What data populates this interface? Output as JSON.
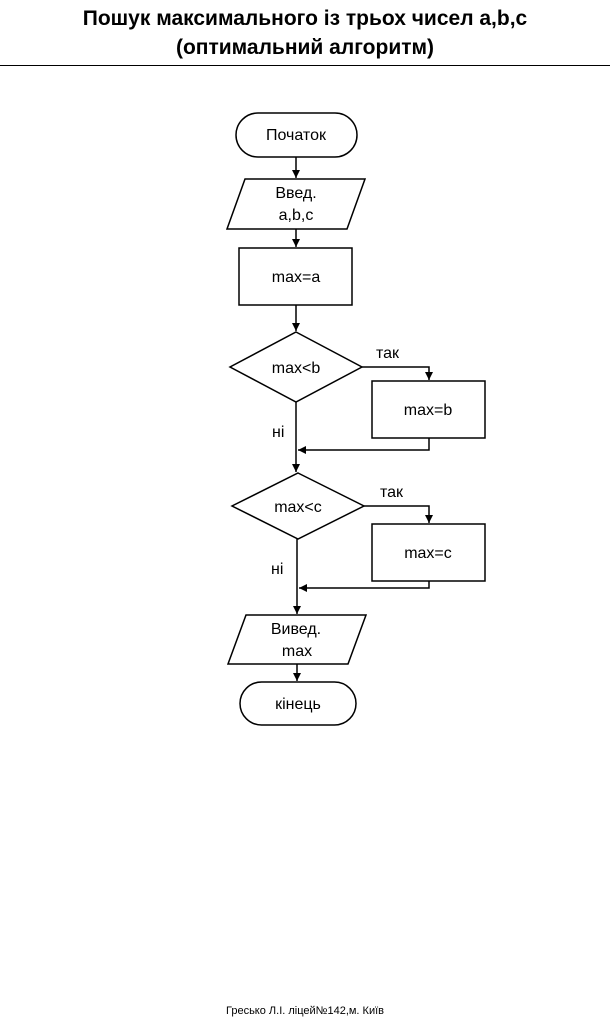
{
  "header": {
    "title_line1": "Пошук максимального із трьох чисел a,b,c",
    "title_line2": "(оптимальний алгоритм)"
  },
  "flowchart": {
    "start": "Початок",
    "input_line1": "Введ.",
    "input_line2": "a,b,c",
    "assign_a": "max=a",
    "cond_b": "max<b",
    "yes_b": "так",
    "assign_b": "max=b",
    "no_b": "ні",
    "cond_c": "max<c",
    "yes_c": "так",
    "assign_c": "max=c",
    "no_c": "ні",
    "output_line1": "Вивед.",
    "output_line2": "max",
    "end": "кінець"
  },
  "footer": {
    "text": "Гресько Л.І. ліцей№142,м. Київ"
  }
}
